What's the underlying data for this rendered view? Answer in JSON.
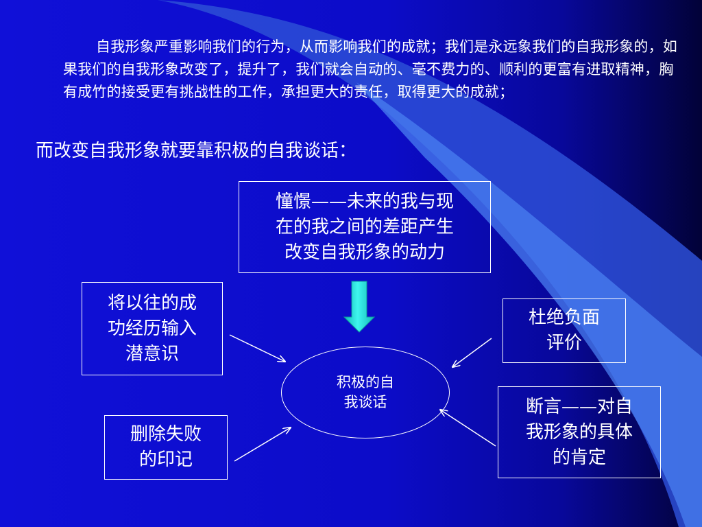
{
  "paragraph": "自我形象严重影响我们的行为，从而影响我们的成就；我们是永远象我们的自我形象的，如果我们的自我形象改变了，提升了，我们就会自动的、毫不费力的、顺利的更富有进取精神，胸有成竹的接受更有挑战性的工作，承担更大的责任，取得更大的成就；",
  "lead": "而改变自我形象就要靠积极的自我谈话：",
  "boxes": {
    "top": {
      "line1": "憧憬——未来的我与现",
      "line2": "在的我之间的差距产生",
      "line3": "改变自我形象的动力"
    },
    "left1": {
      "line1": "将以往的成",
      "line2": "功经历输入",
      "line3": "潜意识"
    },
    "left2": {
      "line1": "删除失败",
      "line2": "的印记"
    },
    "right1": {
      "line1": "杜绝负面",
      "line2": "评价"
    },
    "right2": {
      "line1": "断言——对自",
      "line2": "我形象的具体",
      "line3": "的肯定"
    }
  },
  "center": {
    "line1": "积极的自",
    "line2": "我谈话"
  },
  "colors": {
    "background": "#0c0cc8",
    "text": "#ffffff",
    "arrow_fill": "#18e0d8",
    "swoosh": "#3f6de8"
  }
}
